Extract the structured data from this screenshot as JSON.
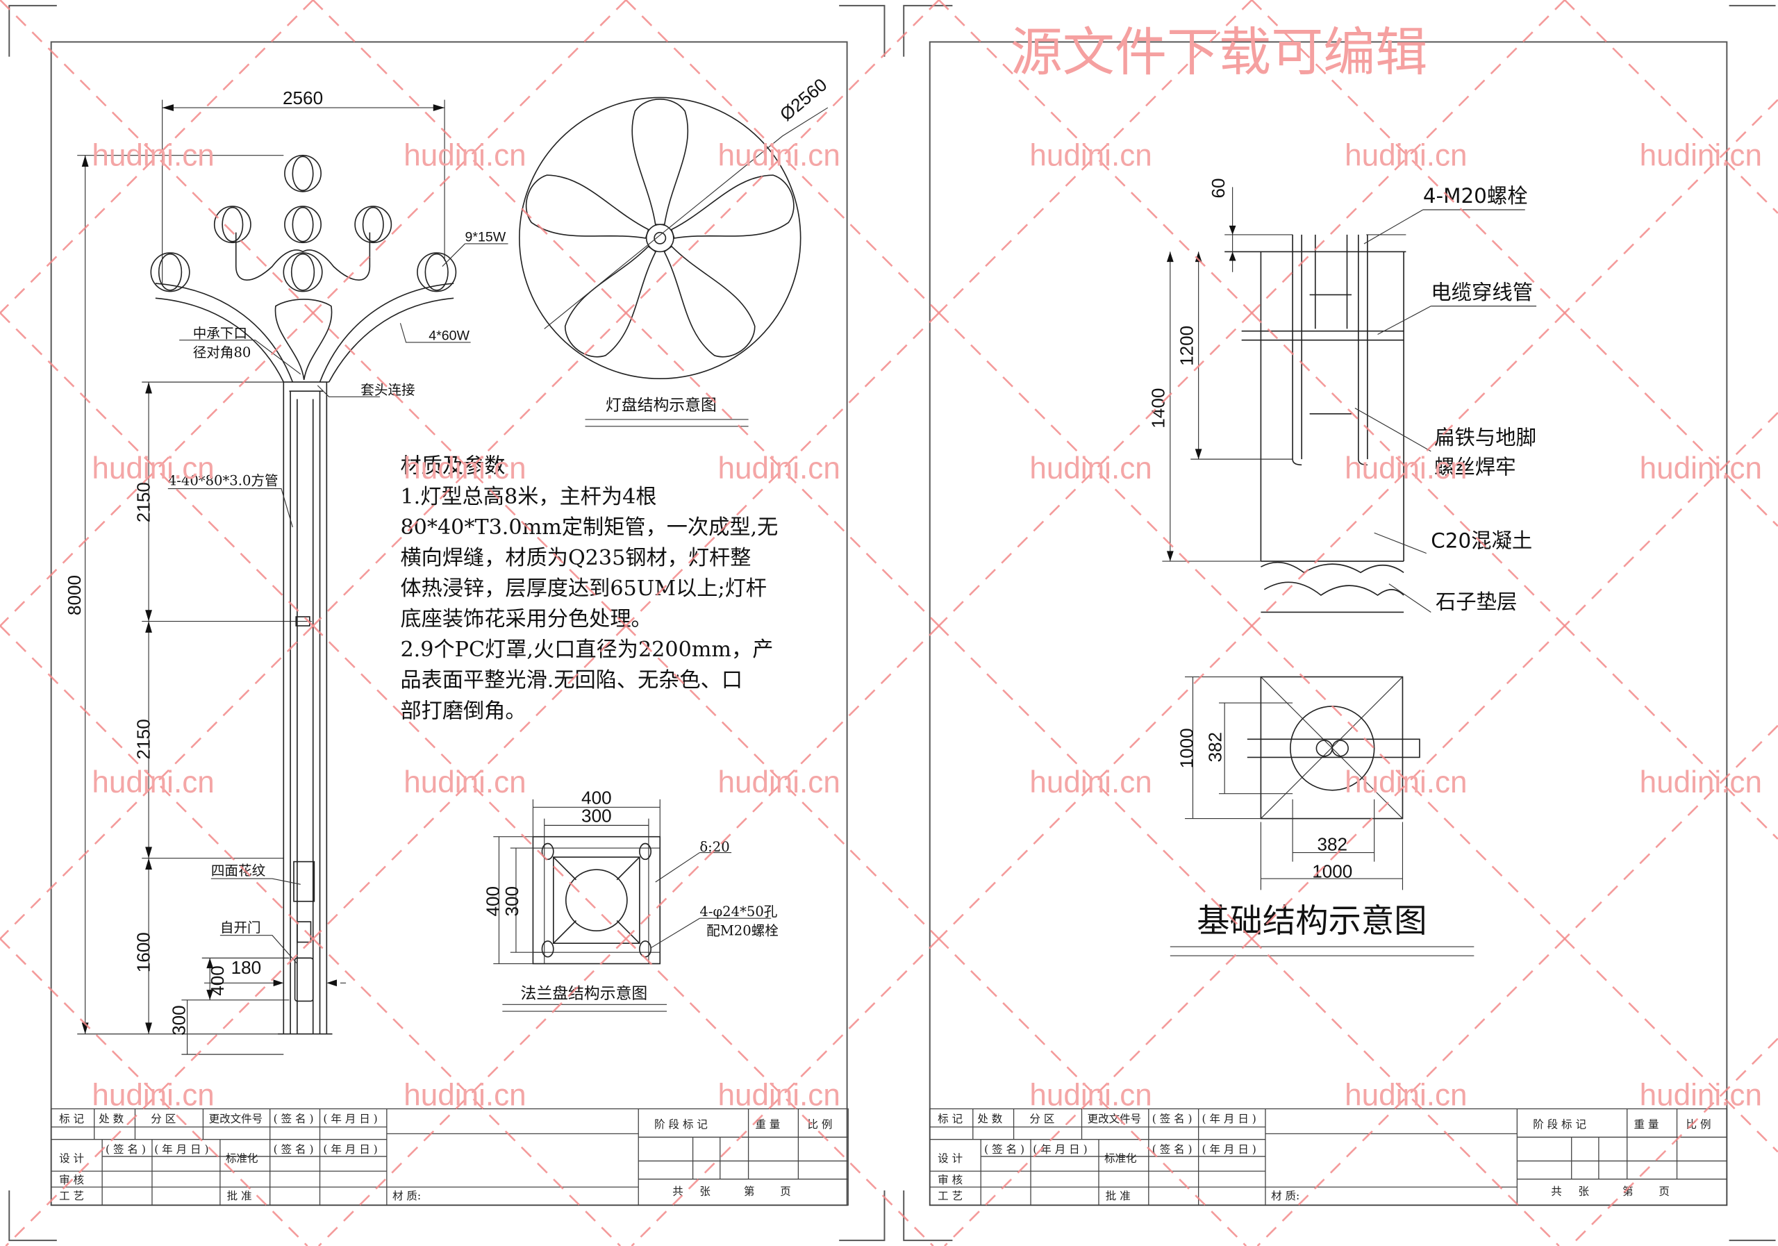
{
  "watermark": {
    "text": "hudini.cn",
    "top_text": "源文件下载可编辑",
    "color": "#f4a6a6"
  },
  "left_sheet": {
    "pole": {
      "dim_width": "2560",
      "dim_height": "8000",
      "dim_seg1": "2150",
      "dim_seg2": "2150",
      "dim_seg3": "1600",
      "dim_door_h": "400",
      "dim_door_w": "180",
      "dim_base": "300",
      "label_small_lamps": "9*15W",
      "label_big_lamps": "4*60W",
      "label_center_1": "中承下口",
      "label_center_2": "径对角80",
      "label_sleeve": "套头连接",
      "label_tube": "4-40*80*3.0方管",
      "label_pattern": "四面花纹",
      "label_door": "自开门"
    },
    "plate": {
      "diameter": "Ø2560",
      "caption": "灯盘结构示意图"
    },
    "spec": {
      "title": "材质及参数",
      "lines": [
        "1.灯型总高8米，主杆为4根",
        "80*40*T3.0mm定制矩管，一次成型,无",
        "横向焊缝，材质为Q235钢材，灯杆整",
        "体热浸锌，层厚度达到65UM以上;灯杆",
        "底座装饰花采用分色处理。",
        "2.9个PC灯罩,火口直径为2200mm，产",
        "品表面平整光滑.无回陷、无杂色、口",
        "部打磨倒角。"
      ]
    },
    "flange": {
      "dim_outer": "400",
      "dim_inner": "300",
      "dim_outer_v": "400",
      "dim_inner_v": "300",
      "thickness": "δ:20",
      "holes_1": "4-φ24*50孔",
      "holes_2": "配M20螺栓",
      "caption": "法兰盘结构示意图"
    }
  },
  "right_sheet": {
    "section": {
      "dim_top": "60",
      "dim_1200": "1200",
      "dim_1400": "1400",
      "label_bolt": "4-M20螺栓",
      "label_cable": "电缆穿线管",
      "label_weld_1": "扁铁与地脚",
      "label_weld_2": "螺丝焊牢",
      "label_concrete": "C20混凝土",
      "label_gravel": "石子垫层"
    },
    "plan": {
      "dim_1000_v": "1000",
      "dim_382_v": "382",
      "dim_382_h": "382",
      "dim_1000_h": "1000"
    },
    "caption": "基础结构示意图"
  },
  "title_block": {
    "mark": "标 记",
    "count": "处 数",
    "zone": "分 区",
    "change_doc": "更改文件号",
    "sign": "( 签 名 )",
    "date": "( 年 月 日 )",
    "design": "设 计",
    "sign2": "( 签 名 )",
    "date2": "( 年 月 日 )",
    "standard": "标准化",
    "sign3": "( 签 名 )",
    "date3": "( 年 月 日 )",
    "review": "审 核",
    "process": "工 艺",
    "approve": "批 准",
    "material": "材 质:",
    "stage": "阶 段 标 记",
    "weight": "重 量",
    "scale": "比 例",
    "total": "共",
    "sheets": "张",
    "nth": "第",
    "page": "页"
  }
}
